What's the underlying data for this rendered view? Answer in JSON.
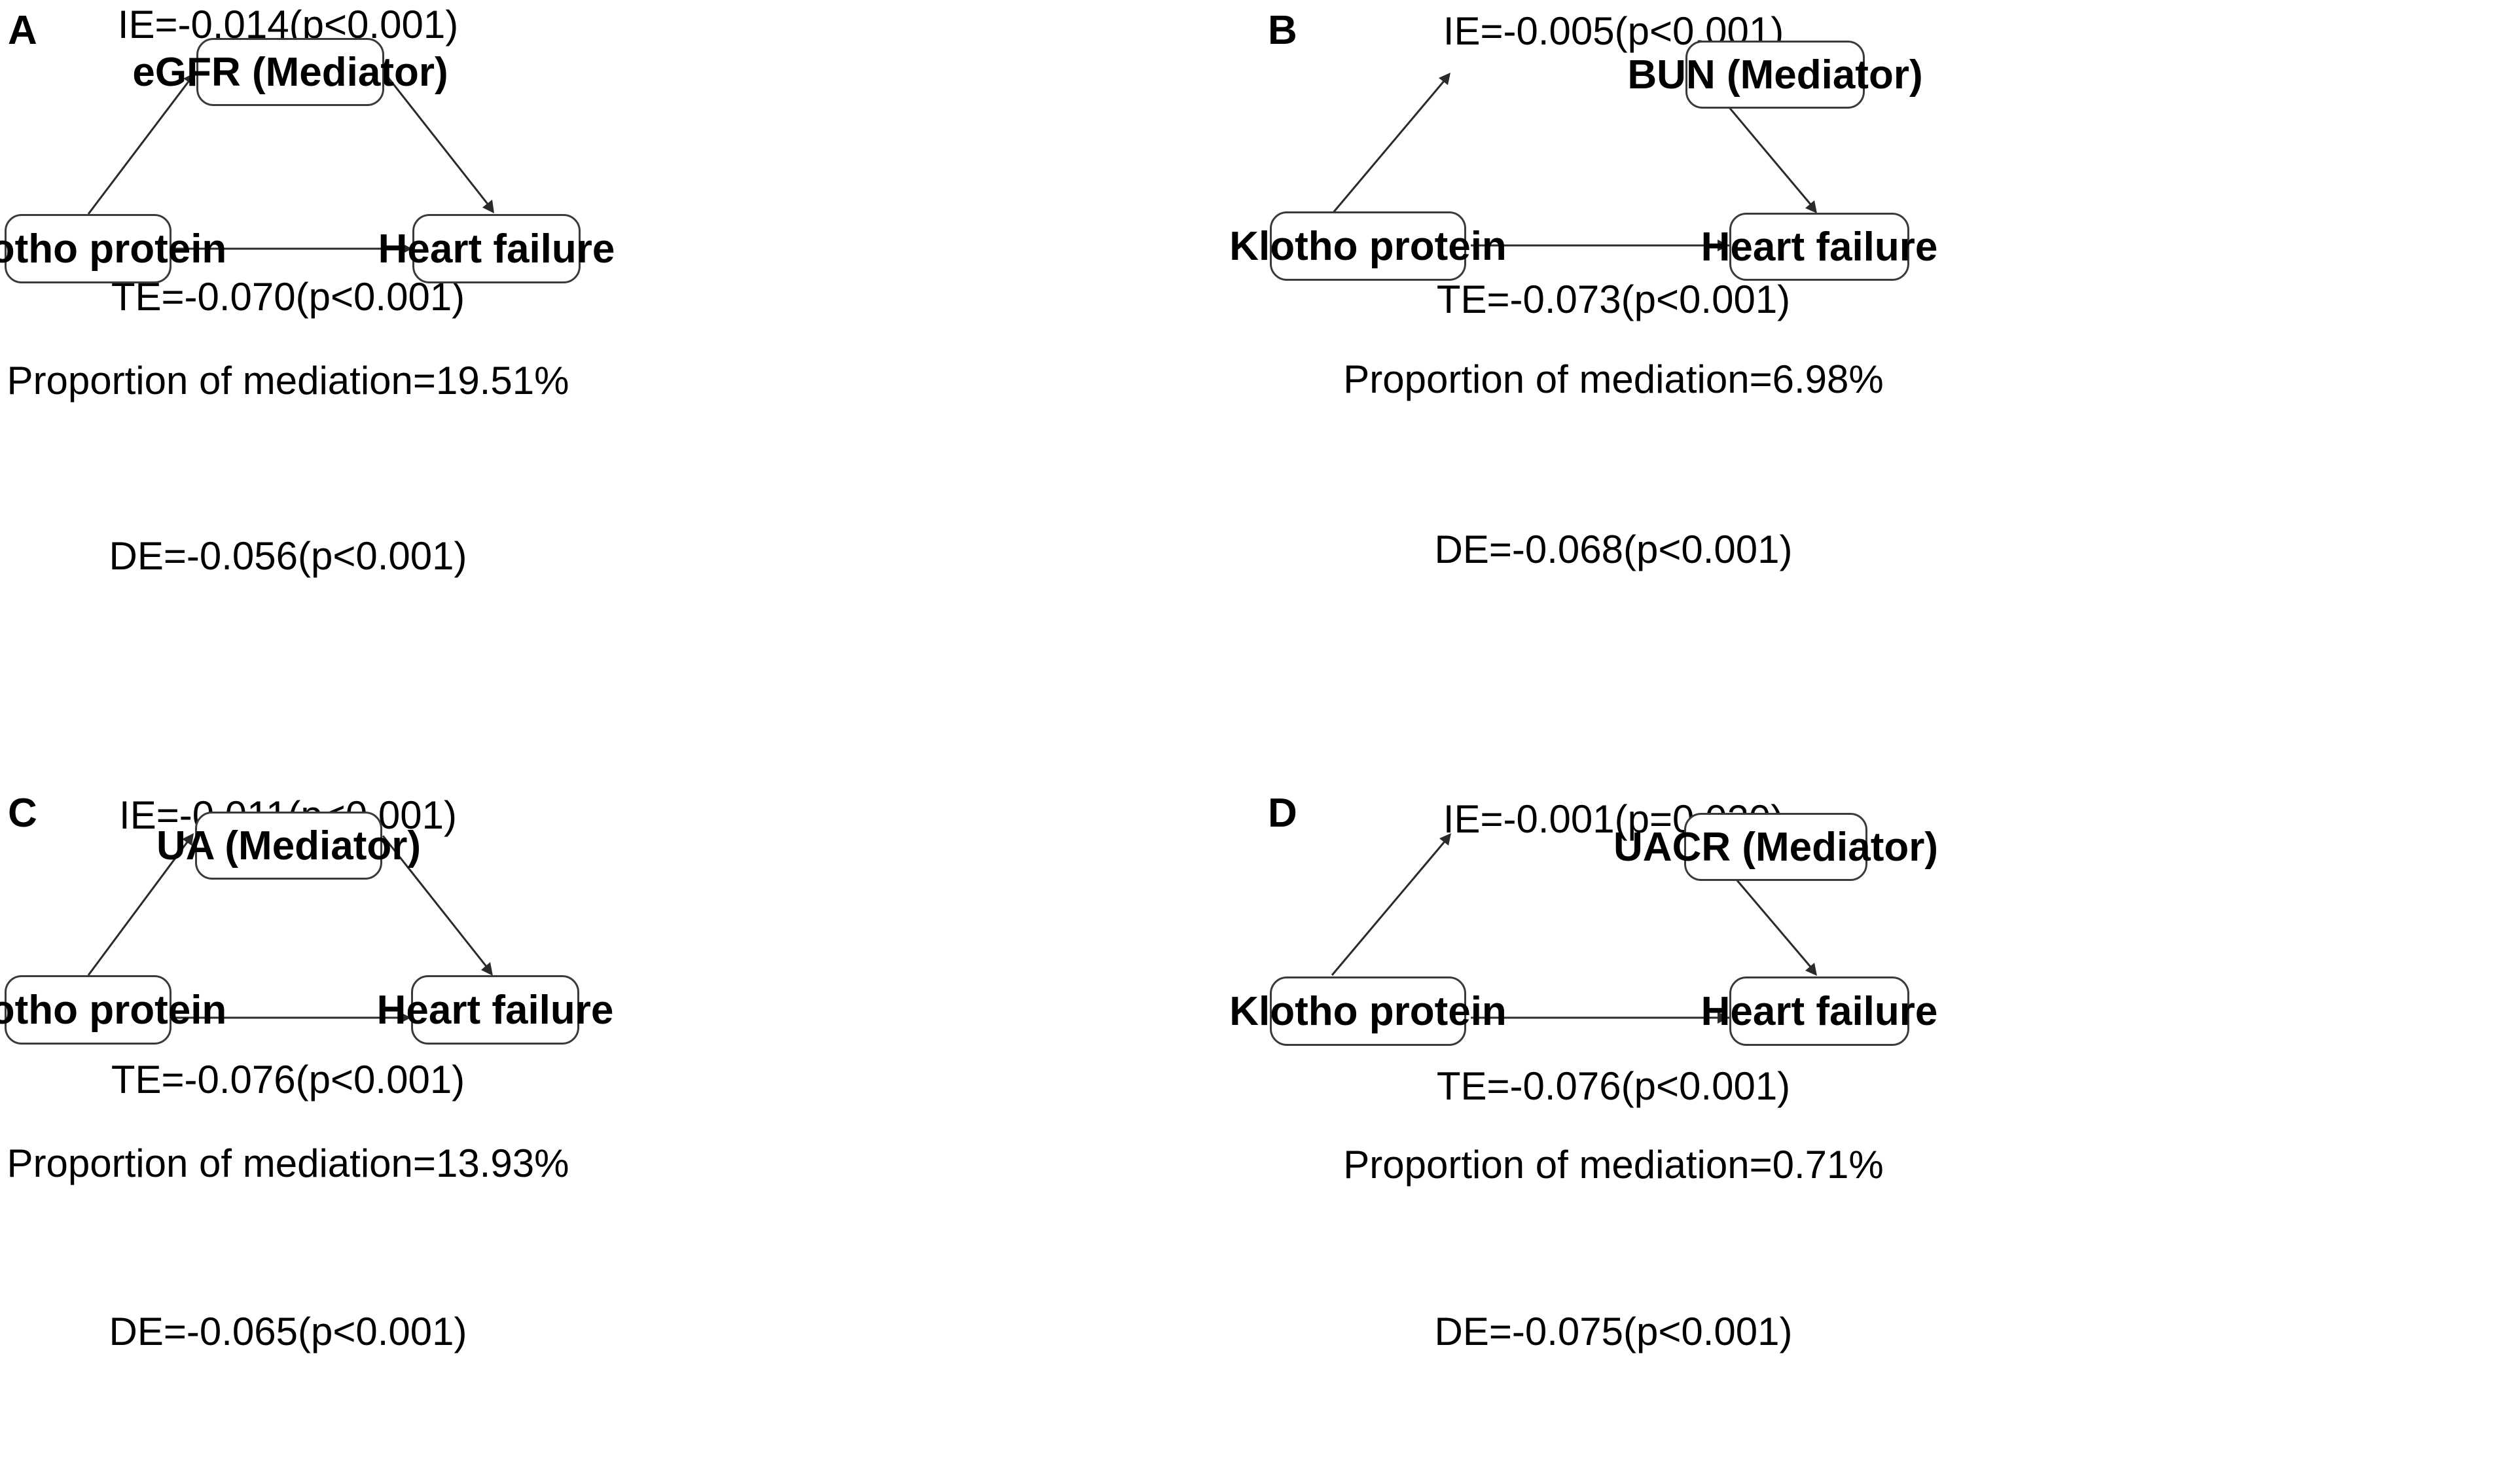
{
  "panels": [
    {
      "label": "A",
      "exposure": "Klotho protein",
      "mediator": "eGFR (Mediator)",
      "outcome": "Heart failure",
      "ie": "IE=-0.014(p<0.001)",
      "te": "TE=-0.070(p<0.001)",
      "proportion": "Proportion of mediation=19.51%",
      "de": "DE=-0.056(p<0.001)"
    },
    {
      "label": "B",
      "exposure": "Klotho protein",
      "mediator": "BUN (Mediator)",
      "outcome": "Heart failure",
      "ie": "IE=-0.005(p<0.001)",
      "te": "TE=-0.073(p<0.001)",
      "proportion": "Proportion of mediation=6.98%",
      "de": "DE=-0.068(p<0.001)"
    },
    {
      "label": "C",
      "exposure": "Klotho protein",
      "mediator": "UA (Mediator)",
      "outcome": "Heart failure",
      "ie": "IE=-0.011(p<0.001)",
      "te": "TE=-0.076(p<0.001)",
      "proportion": "Proportion of mediation=13.93%",
      "de": "DE=-0.065(p<0.001)"
    },
    {
      "label": "D",
      "exposure": "Klotho protein",
      "mediator": "UACR (Mediator)",
      "outcome": "Heart failure",
      "ie": "IE=-0.001(p=0.020)",
      "te": "TE=-0.076(p<0.001)",
      "proportion": "Proportion of mediation=0.71%",
      "de": "DE=-0.075(p<0.001)"
    }
  ]
}
